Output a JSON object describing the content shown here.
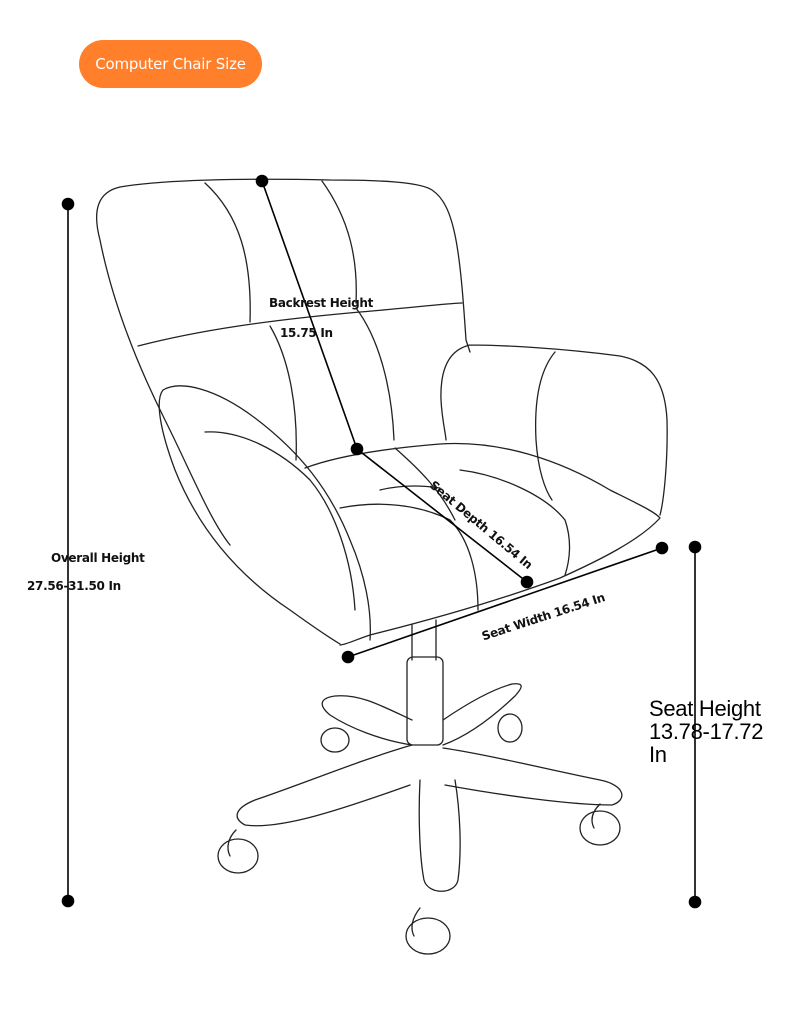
{
  "badge": {
    "label": "Computer Chair Size",
    "color": "#ff7f2a"
  },
  "dimensions": {
    "backrest": {
      "label": "Backrest Height",
      "value": "15.75 In"
    },
    "seat_depth": {
      "label": "Seat Depth 16.54 In"
    },
    "seat_width": {
      "label": "Seat Width 16.54 In"
    },
    "overall": {
      "label": "Overall Height",
      "value": "27.56-31.50 In"
    },
    "seat_height": {
      "line1": "Seat Height",
      "line2": "13.78-17.72",
      "line3": "In"
    }
  }
}
